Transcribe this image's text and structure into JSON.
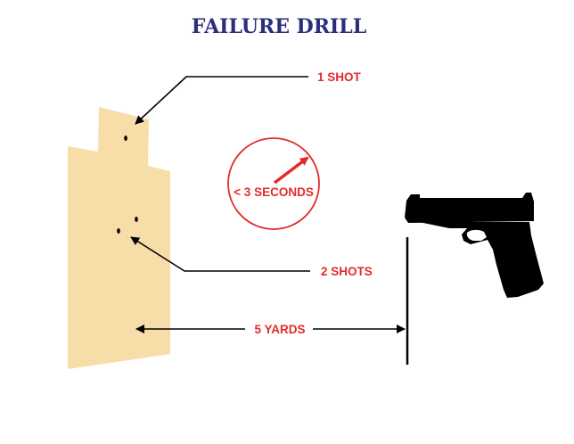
{
  "title": "FAILURE DRILL",
  "labels": {
    "head_shot": "1 SHOT",
    "body_shots": "2 SHOTS",
    "time": "< 3 SECONDS",
    "distance": "5 YARDS"
  },
  "icons": {
    "target": "silhouette-target-icon",
    "pistol": "pistol-icon",
    "timer_arrow": "timer-arrow-icon"
  },
  "colors": {
    "title": "#2b2f7a",
    "label": "#e32b2b",
    "target": "#f7dda8",
    "ink": "#000000"
  }
}
